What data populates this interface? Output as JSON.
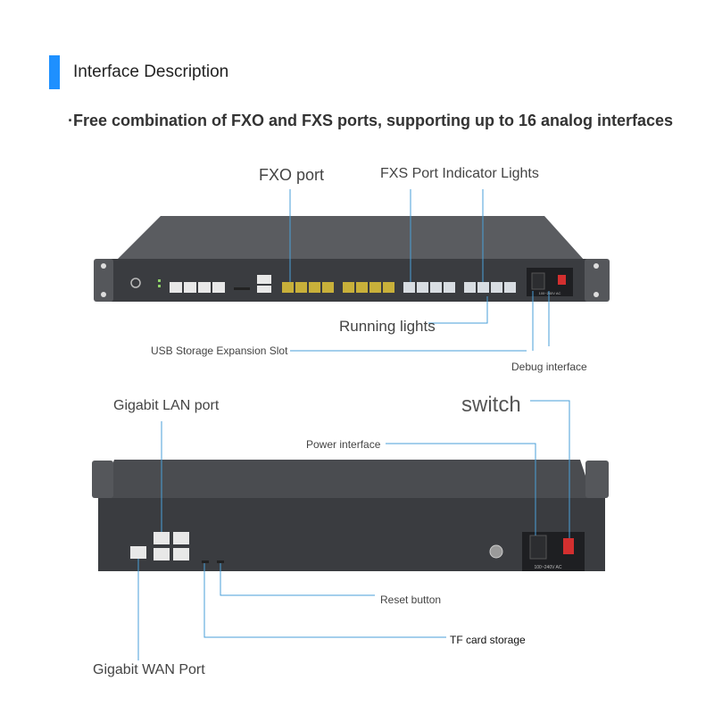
{
  "header": {
    "title": "Interface Description"
  },
  "subtitle": "·Free combination of FXO and FXS ports, supporting up to 16 analog interfaces",
  "front_panel": {
    "labels": {
      "fxo_port": "FXO port",
      "fxs_lights": "FXS Port Indicator Lights",
      "running_lights": "Running lights",
      "usb_slot": "USB Storage Expansion Slot",
      "debug": "Debug interface"
    },
    "voltage": "100~240V AC"
  },
  "rear_panel": {
    "labels": {
      "gigabit_lan": "Gigabit LAN port",
      "switch": "switch",
      "power_interface": "Power interface",
      "reset_button": "Reset button",
      "tf_card": "TF card storage",
      "gigabit_wan": "Gigabit WAN Port"
    },
    "voltage": "100~240V AC"
  },
  "colors": {
    "accent": "#1e90ff",
    "leader": "#4a9fd8",
    "chassis": "#3a3c40",
    "fxo_port": "#c8b03a",
    "fxs_port": "#d8dde2"
  }
}
